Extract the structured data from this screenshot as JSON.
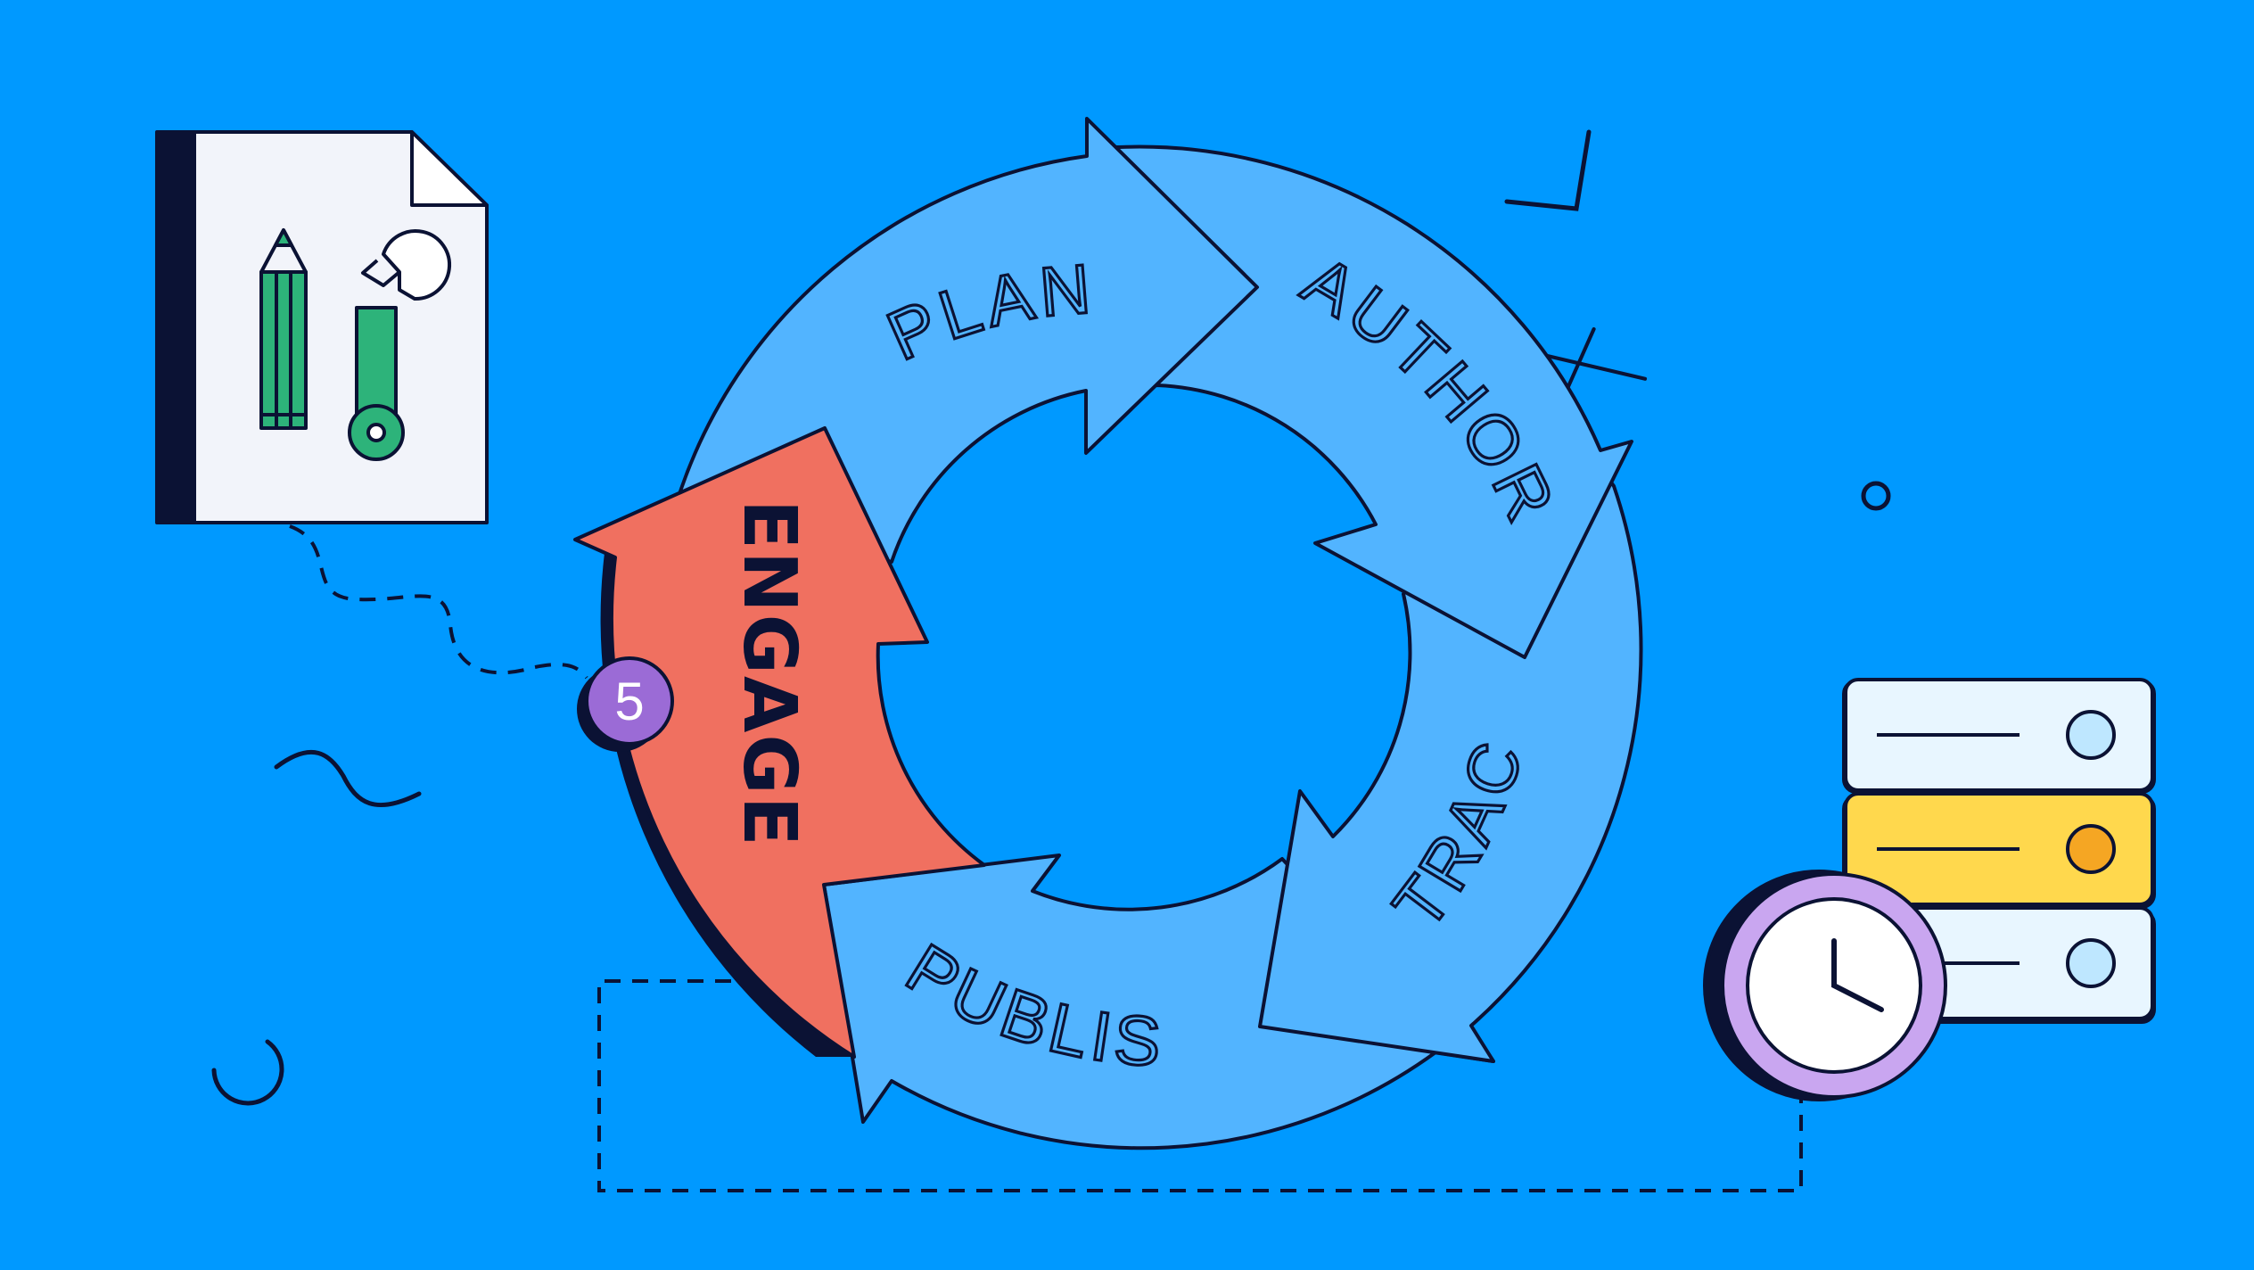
{
  "diagram": {
    "cycle_stages": [
      {
        "label": "PLAN"
      },
      {
        "label": "AUTHOR"
      },
      {
        "label": "TRACK"
      },
      {
        "label": "PUBLISH"
      },
      {
        "label": "ENGAGE"
      }
    ],
    "highlighted_stage_badge": "5"
  },
  "colors": {
    "background": "#0099FF",
    "cycle_arrow": "#52B4FF",
    "highlight_arrow": "#F07060",
    "outline": "#0B1234",
    "badge": "#9B6BD6",
    "server_middle": "#FFD84D",
    "server_light": "#E8F6FF",
    "clock_ring": "#C9A6F0",
    "pencil": "#2DB37A"
  },
  "icons": [
    "document-tools-icon",
    "pencil-icon",
    "wrench-icon",
    "server-stack-icon",
    "clock-icon"
  ]
}
